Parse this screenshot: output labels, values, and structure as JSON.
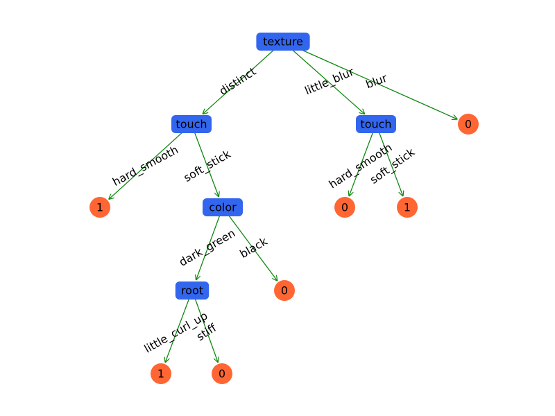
{
  "colors": {
    "decision_node": "#3366ee",
    "leaf_node": "#ff6633",
    "edge": "#118811",
    "text": "#000000"
  },
  "nodes": [
    {
      "id": "n0",
      "label": "texture",
      "kind": "decision"
    },
    {
      "id": "n1",
      "label": "touch",
      "kind": "decision"
    },
    {
      "id": "n2",
      "label": "touch",
      "kind": "decision"
    },
    {
      "id": "n3",
      "label": "0",
      "kind": "leaf"
    },
    {
      "id": "n4",
      "label": "1",
      "kind": "leaf"
    },
    {
      "id": "n5",
      "label": "color",
      "kind": "decision"
    },
    {
      "id": "n6",
      "label": "0",
      "kind": "leaf"
    },
    {
      "id": "n7",
      "label": "1",
      "kind": "leaf"
    },
    {
      "id": "n8",
      "label": "root",
      "kind": "decision"
    },
    {
      "id": "n9",
      "label": "0",
      "kind": "leaf"
    },
    {
      "id": "n10",
      "label": "1",
      "kind": "leaf"
    },
    {
      "id": "n11",
      "label": "0",
      "kind": "leaf"
    }
  ],
  "edges": [
    {
      "from": "n0",
      "to": "n1",
      "label": "distinct"
    },
    {
      "from": "n0",
      "to": "n2",
      "label": "little_blur"
    },
    {
      "from": "n0",
      "to": "n3",
      "label": "blur"
    },
    {
      "from": "n1",
      "to": "n4",
      "label": "hard_smooth"
    },
    {
      "from": "n1",
      "to": "n5",
      "label": "soft_stick"
    },
    {
      "from": "n2",
      "to": "n6",
      "label": "hard_smooth"
    },
    {
      "from": "n2",
      "to": "n7",
      "label": "soft_stick"
    },
    {
      "from": "n5",
      "to": "n8",
      "label": "dark_green"
    },
    {
      "from": "n5",
      "to": "n9",
      "label": "black"
    },
    {
      "from": "n8",
      "to": "n10",
      "label": "little_curl_up"
    },
    {
      "from": "n8",
      "to": "n11",
      "label": "stiff"
    }
  ]
}
